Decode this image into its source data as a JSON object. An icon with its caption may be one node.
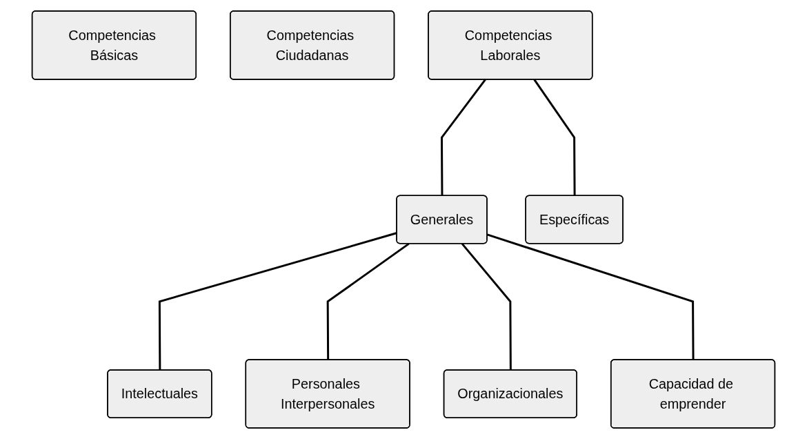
{
  "diagram": {
    "nodes": [
      {
        "text": [
          "Competencias Básicas"
        ]
      },
      {
        "text": [
          "Competencias Ciudadanas"
        ]
      },
      {
        "text": [
          "Competencias Laborales"
        ]
      },
      {
        "text": [
          "Generales"
        ]
      },
      {
        "text": [
          "Específicas"
        ]
      },
      {
        "text": [
          "Intelectuales"
        ]
      },
      {
        "text": [
          "Personales Interpersonales"
        ]
      },
      {
        "text": [
          "Organizacionales"
        ]
      },
      {
        "text": [
          "Capacidad de emprender"
        ]
      }
    ],
    "edges": [
      {
        "from": 2,
        "to": 3,
        "arrow": "none"
      },
      {
        "from": 2,
        "to": 4,
        "arrow": "none"
      },
      {
        "from": 3,
        "to": 5,
        "arrow": "none"
      },
      {
        "from": 3,
        "to": 6,
        "arrow": "none"
      },
      {
        "from": 3,
        "to": 7,
        "arrow": "none"
      },
      {
        "from": 3,
        "to": 8,
        "arrow": "none"
      }
    ]
  }
}
